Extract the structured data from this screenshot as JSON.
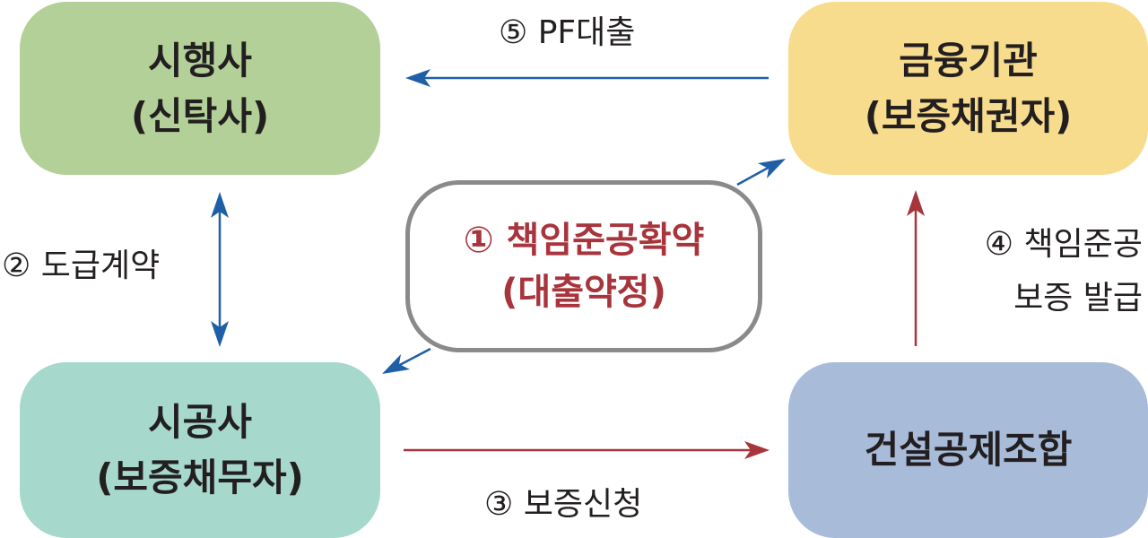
{
  "nodes": {
    "developer": {
      "line1": "시행사",
      "line2": "(신탁사)",
      "color": "#b2d098"
    },
    "lender": {
      "line1": "금융기관",
      "line2": "(보증채권자)",
      "color": "#f8dc8e"
    },
    "builder": {
      "line1": "시공사",
      "line2": "(보증채무자)",
      "color": "#a6d8cb"
    },
    "guarantor": {
      "line1": "건설공제조합",
      "color": "#a8bcda"
    },
    "center": {
      "line1": "① 책임준공확약",
      "line2": "(대출약정)",
      "color": "#a8343c"
    }
  },
  "edges": {
    "pf_loan": {
      "label": "⑤ PF대출",
      "color": "#1e5fa8"
    },
    "contract": {
      "label": "② 도급계약",
      "color": "#1e5fa8"
    },
    "guarantee_request": {
      "label": "③ 보증신청",
      "color": "#a8343c"
    },
    "guarantee_issue": {
      "line1": "④ 책임준공",
      "line2": "보증 발급",
      "color": "#a8343c"
    }
  }
}
